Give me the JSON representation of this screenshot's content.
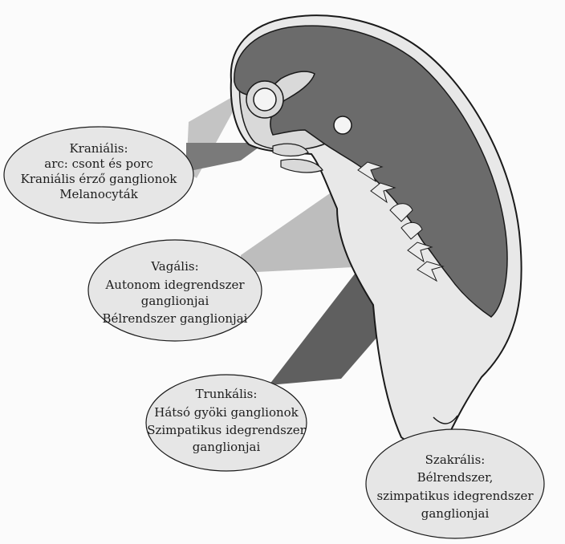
{
  "labels": {
    "kranialis": {
      "title": "Kraniális:",
      "lines": [
        "arc: csont és porc",
        "Kraniális érző ganglionok",
        "Melanocyták"
      ]
    },
    "vagalis": {
      "title": "Vagális:",
      "lines": [
        "Autonom idegrendszer",
        "ganglionjai",
        "Bélrendszer ganglionjai"
      ]
    },
    "trunkalis": {
      "title": "Trunkális:",
      "lines": [
        "Hátsó gyöki ganglionok",
        "Szimpatikus idegrendszer",
        "ganglionjai"
      ]
    },
    "szakralis": {
      "title": "Szakrális:",
      "lines": [
        "Bélrendszer,",
        "szimpatikus idegrendszer",
        "ganglionjai"
      ]
    }
  },
  "colors": {
    "dark_neural_region": "#6b6b6b",
    "light_region": "#dcdcdc",
    "medium_beam": "#b8b8b8",
    "trunk_beam": "#5f5f5f",
    "ellipse_fill": "#e6e6e6",
    "outline": "#1a1a1a"
  }
}
